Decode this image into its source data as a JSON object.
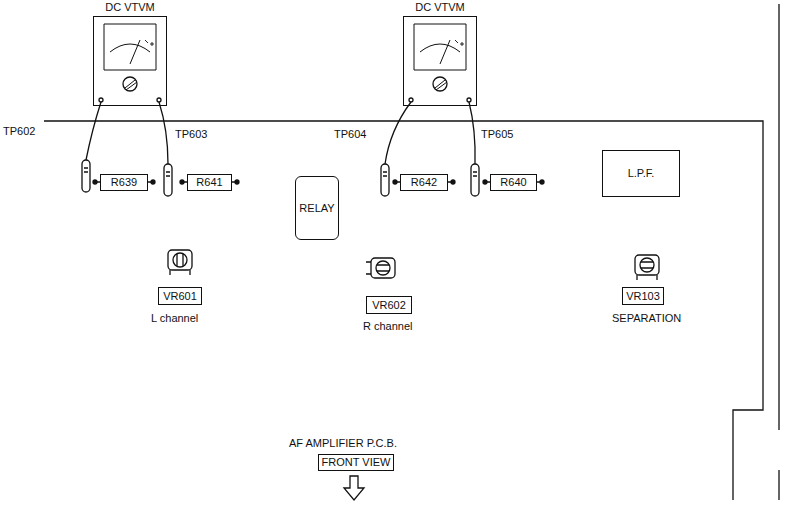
{
  "diagram": {
    "nodes": [
      {
        "text": [
          "DC VTVM"
        ]
      },
      {
        "text": [
          "DC VTVM"
        ]
      },
      {
        "text": [
          "R639"
        ]
      },
      {
        "text": [
          "R641"
        ]
      },
      {
        "text": [
          "RELAY"
        ]
      },
      {
        "text": [
          "R642"
        ]
      },
      {
        "text": [
          "R640"
        ]
      },
      {
        "text": [
          "L.P.F."
        ]
      },
      {
        "text": [
          "VR601"
        ]
      },
      {
        "text": [
          "VR602"
        ]
      },
      {
        "text": [
          "VR103"
        ]
      },
      {
        "text": [
          "FRONT VIEW"
        ]
      }
    ],
    "labels": [
      "TP602",
      "TP603",
      "TP604",
      "TP605",
      "L channel",
      "R channel",
      "SEPARATION",
      "AF AMPLIFIER P.C.B."
    ]
  }
}
